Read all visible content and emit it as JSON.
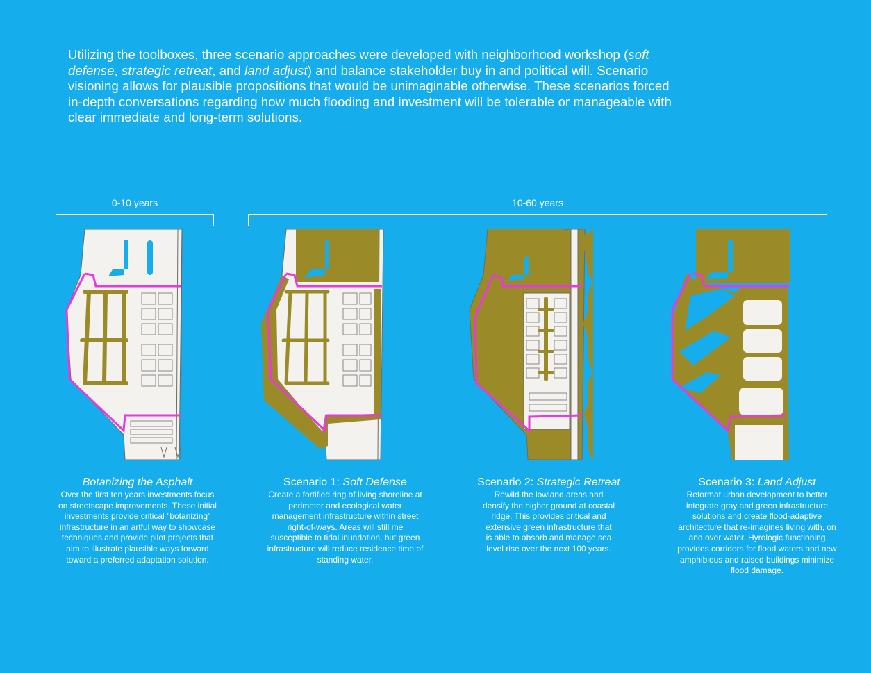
{
  "intro": {
    "part1": "Utilizing the toolboxes, three scenario approaches were developed with neighborhood workshop (",
    "em1": "soft defense",
    "sep1": ", ",
    "em2": "strategic retreat",
    "sep2": ", and ",
    "em3": "land adjust",
    "part2": ") and balance stakeholder buy in and political will. Scenario visioning allows for plausible propositions that would be unimaginable otherwise. These scenarios forced in-depth conversations regarding how much flooding and investment will be tolerable or manageable with clear immediate and long-term solutions."
  },
  "timeline": {
    "short_label": "0-10 years",
    "long_label": "10-60 years"
  },
  "colors": {
    "background": "#16adec",
    "vegetation": "#9a8a28",
    "boundary": "#e83ad8",
    "paper": "#f4f2ee"
  },
  "scenarios": [
    {
      "prefix": "",
      "title_em": "Botanizing the Asphalt",
      "desc": "Over the first ten years investments focus on streetscape improvements. These initial investments provide critical \"botanizing\" infrastructure in an artful way to showcase techniques and provide pilot projects that aim to illustrate plausible ways forward toward a preferred adaptation solution."
    },
    {
      "prefix": "Scenario 1: ",
      "title_em": "Soft Defense",
      "desc": "Create a fortified ring of living shoreline at perimeter and ecological water management infrastructure within street right-of-ways. Areas will still me susceptible to tidal inundation, but green infrastructure will reduce residence time of standing water."
    },
    {
      "prefix": "Scenario 2: ",
      "title_em": "Strategic Retreat",
      "desc": "Rewild the lowland areas and densify the higher ground at coastal ridge. This provides critical and extensive green infrastructure that is able to absorb and manage sea level rise over the next 100 years."
    },
    {
      "prefix": "Scenario 3: ",
      "title_em": "Land Adjust",
      "desc": "Reformat urban development to better integrate gray and green infrastructure solutions and create flood-adaptive architecture that re-imagines living with, on and over water. Hyrologic functioning provides corridors for flood waters and new amphibious and raised buildings minimize flood damage."
    }
  ]
}
